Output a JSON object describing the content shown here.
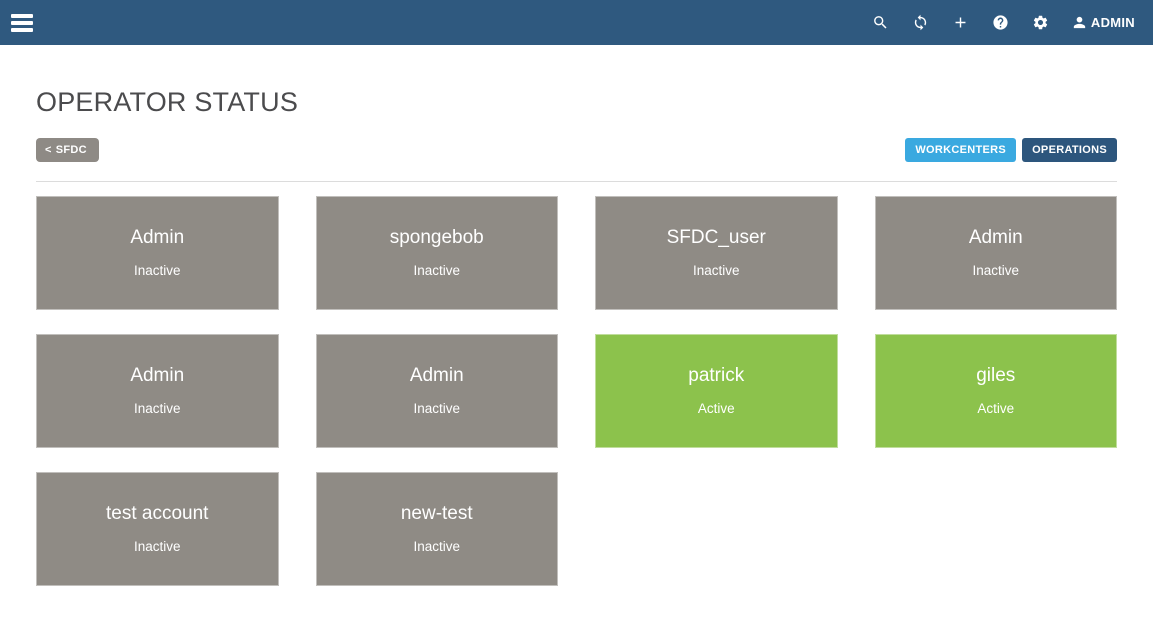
{
  "header": {
    "icons": [
      {
        "name": "search-icon"
      },
      {
        "name": "sync-icon"
      },
      {
        "name": "add-icon"
      },
      {
        "name": "help-icon"
      },
      {
        "name": "settings-icon"
      }
    ],
    "user_label": "ADMIN"
  },
  "page": {
    "title": "OPERATOR STATUS",
    "back_button": {
      "chevron": "<",
      "label": "SFDC"
    },
    "actions": [
      {
        "label": "WORKCENTERS",
        "color": "#3AA9E0"
      },
      {
        "label": "OPERATIONS",
        "color": "#2D567D"
      }
    ]
  },
  "operators": [
    {
      "name": "Admin",
      "status": "Inactive"
    },
    {
      "name": "spongebob",
      "status": "Inactive"
    },
    {
      "name": "SFDC_user",
      "status": "Inactive"
    },
    {
      "name": "Admin",
      "status": "Inactive"
    },
    {
      "name": "Admin",
      "status": "Inactive"
    },
    {
      "name": "Admin",
      "status": "Inactive"
    },
    {
      "name": "patrick",
      "status": "Active"
    },
    {
      "name": "giles",
      "status": "Active"
    },
    {
      "name": "test account",
      "status": "Inactive"
    },
    {
      "name": "new-test",
      "status": "Inactive"
    }
  ],
  "colors": {
    "header_bg": "#2F597F",
    "active": "#8CC24C",
    "inactive": "#8F8B85"
  }
}
